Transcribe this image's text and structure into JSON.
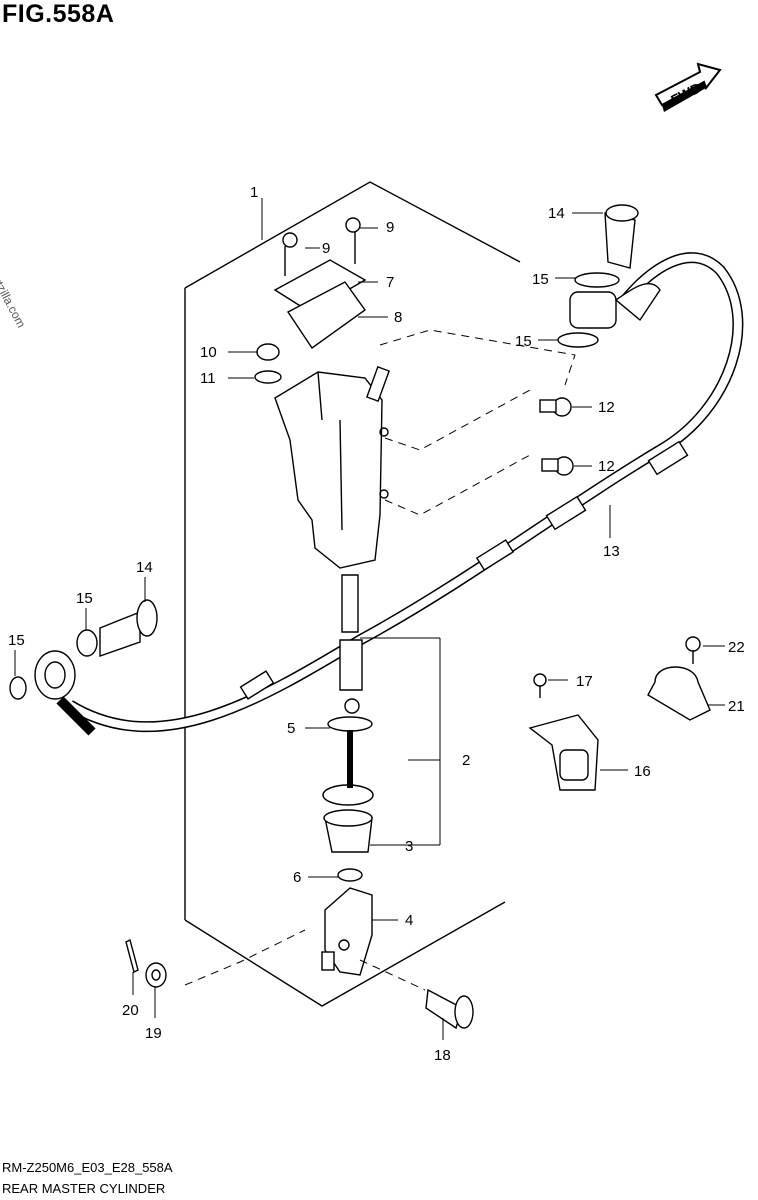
{
  "figure": {
    "title": "FIG.558A",
    "fwd": "FWD",
    "watermark": "©Partzilla.com"
  },
  "footer": {
    "code": "RM-Z250M6_E03_E28_558A",
    "caption": "REAR MASTER CYLINDER"
  },
  "callouts": [
    "1",
    "2",
    "3",
    "4",
    "5",
    "6",
    "7",
    "8",
    "9",
    "9",
    "10",
    "11",
    "12",
    "12",
    "13",
    "14",
    "14",
    "15",
    "15",
    "15",
    "15",
    "16",
    "17",
    "18",
    "19",
    "20",
    "21",
    "22"
  ]
}
